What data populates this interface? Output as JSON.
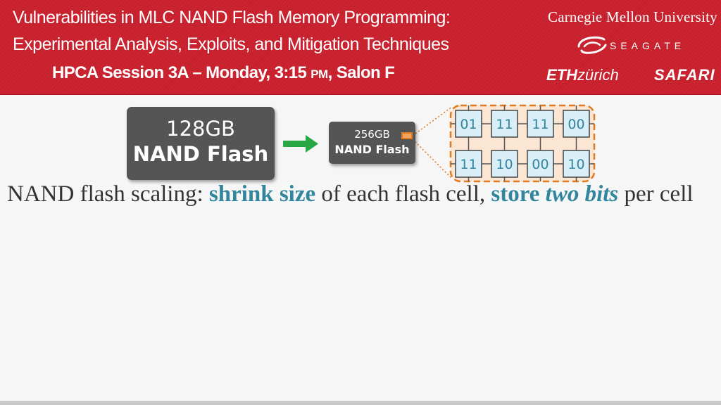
{
  "header": {
    "title_line1": "Vulnerabilities in MLC NAND Flash Memory Programming:",
    "title_line2": "Experimental Analysis, Exploits, and Mitigation Techniques",
    "session_main": "HPCA Session 3A – Monday, 3:15 ",
    "session_pm": "PM",
    "session_tail": ", Salon F",
    "logos": {
      "cmu": "Carnegie Mellon University",
      "seagate": "SEAGATE",
      "eth_bold": "ETH",
      "eth_light": "zürich",
      "safari": "SAFARI"
    }
  },
  "diagram": {
    "chip_large": {
      "line1": "128GB",
      "line2": "NAND Flash"
    },
    "chip_small": {
      "line1": "256GB",
      "line2": "NAND Flash"
    },
    "cells_top": [
      "01",
      "11",
      "11",
      "00"
    ],
    "cells_bottom": [
      "11",
      "10",
      "00",
      "10"
    ],
    "colors": {
      "chip": "#555555",
      "arrow": "#27a844",
      "callout_border": "#e07b20",
      "callout_fill": "#fbe6d3",
      "cell_fill": "#d9eef6",
      "cell_text": "#31859c"
    }
  },
  "caption": {
    "p1": "NAND flash scaling: ",
    "h1": "shrink size",
    "p2": " of each flash cell, ",
    "h2": "store ",
    "h3": "two bits",
    "p3": " per cell"
  }
}
